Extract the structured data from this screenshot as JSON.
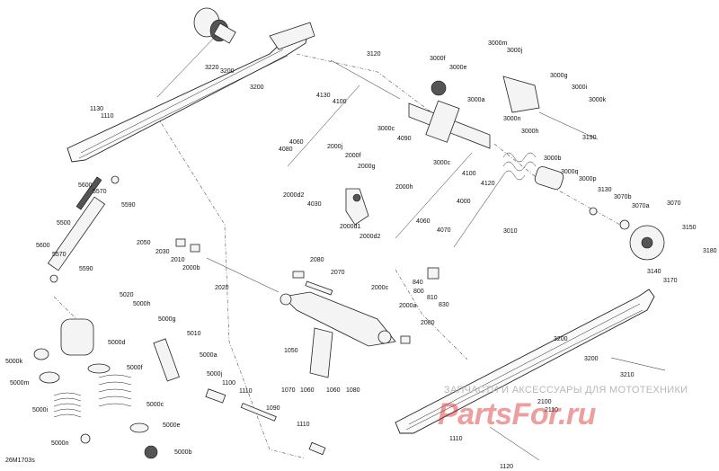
{
  "diagram_id": "26M1703s",
  "watermark": {
    "top_text": "ЗАПЧАСТИ И АКСЕССУАРЫ ДЛЯ МОТОТЕХНИКИ",
    "brand": "PartsFor.ru"
  },
  "callouts": [
    {
      "id": "3220",
      "text": "3220"
    },
    {
      "id": "3200a",
      "text": "3200"
    },
    {
      "id": "3200b",
      "text": "3200"
    },
    {
      "id": "1130",
      "text": "1130"
    },
    {
      "id": "1110a",
      "text": "1110"
    },
    {
      "id": "5600",
      "text": "5600"
    },
    {
      "id": "5570a",
      "text": "5570"
    },
    {
      "id": "5590a",
      "text": "5590"
    },
    {
      "id": "5500",
      "text": "5500"
    },
    {
      "id": "5600b",
      "text": "5600"
    },
    {
      "id": "5570b",
      "text": "5570"
    },
    {
      "id": "5590b",
      "text": "5590"
    },
    {
      "id": "3120",
      "text": "3120"
    },
    {
      "id": "4130",
      "text": "4130"
    },
    {
      "id": "4100a",
      "text": "4100"
    },
    {
      "id": "4080",
      "text": "4080"
    },
    {
      "id": "4060a",
      "text": "4060"
    },
    {
      "id": "2000j",
      "text": "2000j"
    },
    {
      "id": "2000f",
      "text": "2000f"
    },
    {
      "id": "2000g",
      "text": "2000g"
    },
    {
      "id": "2000d2a",
      "text": "2000d2"
    },
    {
      "id": "4030",
      "text": "4030"
    },
    {
      "id": "2000h",
      "text": "2000h"
    },
    {
      "id": "2000d1",
      "text": "2000d1"
    },
    {
      "id": "2000d2b",
      "text": "2000d2"
    },
    {
      "id": "3000f",
      "text": "3000f"
    },
    {
      "id": "3000e",
      "text": "3000e"
    },
    {
      "id": "3000a",
      "text": "3000a"
    },
    {
      "id": "3000c1",
      "text": "3000c"
    },
    {
      "id": "4090",
      "text": "4090"
    },
    {
      "id": "3000c2",
      "text": "3000c"
    },
    {
      "id": "4100b",
      "text": "4100"
    },
    {
      "id": "4120",
      "text": "4120"
    },
    {
      "id": "4000",
      "text": "4000"
    },
    {
      "id": "3010",
      "text": "3010"
    },
    {
      "id": "4060b",
      "text": "4060"
    },
    {
      "id": "4070",
      "text": "4070"
    },
    {
      "id": "3000m",
      "text": "3000m"
    },
    {
      "id": "3000j",
      "text": "3000j"
    },
    {
      "id": "3000g",
      "text": "3000g"
    },
    {
      "id": "3000i",
      "text": "3000i"
    },
    {
      "id": "3000k",
      "text": "3000k"
    },
    {
      "id": "3000n",
      "text": "3000n"
    },
    {
      "id": "3000h",
      "text": "3000h"
    },
    {
      "id": "3190",
      "text": "3190"
    },
    {
      "id": "3000b",
      "text": "3000b"
    },
    {
      "id": "3000q",
      "text": "3000q"
    },
    {
      "id": "3000p",
      "text": "3000p"
    },
    {
      "id": "3130",
      "text": "3130"
    },
    {
      "id": "3070b",
      "text": "3070b"
    },
    {
      "id": "3070a",
      "text": "3070a"
    },
    {
      "id": "3070",
      "text": "3070"
    },
    {
      "id": "3150",
      "text": "3150"
    },
    {
      "id": "3180",
      "text": "3180"
    },
    {
      "id": "3140",
      "text": "3140"
    },
    {
      "id": "3170",
      "text": "3170"
    },
    {
      "id": "2050",
      "text": "2050"
    },
    {
      "id": "2030",
      "text": "2030"
    },
    {
      "id": "2010",
      "text": "2010"
    },
    {
      "id": "2000b",
      "text": "2000b"
    },
    {
      "id": "2080a",
      "text": "2080"
    },
    {
      "id": "2070",
      "text": "2070"
    },
    {
      "id": "2020",
      "text": "2020"
    },
    {
      "id": "2000c",
      "text": "2000c"
    },
    {
      "id": "2000a",
      "text": "2000a"
    },
    {
      "id": "2080b",
      "text": "2080"
    },
    {
      "id": "840",
      "text": "840"
    },
    {
      "id": "800",
      "text": "800"
    },
    {
      "id": "810",
      "text": "810"
    },
    {
      "id": "830",
      "text": "830"
    },
    {
      "id": "5020",
      "text": "5020"
    },
    {
      "id": "5000h",
      "text": "5000h"
    },
    {
      "id": "5000g",
      "text": "5000g"
    },
    {
      "id": "5010",
      "text": "5010"
    },
    {
      "id": "5000a",
      "text": "5000a"
    },
    {
      "id": "5000d",
      "text": "5000d"
    },
    {
      "id": "5000k",
      "text": "5000k"
    },
    {
      "id": "5000f",
      "text": "5000f"
    },
    {
      "id": "5000m",
      "text": "5000m"
    },
    {
      "id": "5000c",
      "text": "5000c"
    },
    {
      "id": "5000i",
      "text": "5000i"
    },
    {
      "id": "5000e",
      "text": "5000e"
    },
    {
      "id": "5000n",
      "text": "5000n"
    },
    {
      "id": "5000b",
      "text": "5000b"
    },
    {
      "id": "5000j",
      "text": "5000j"
    },
    {
      "id": "1100",
      "text": "1100"
    },
    {
      "id": "1110b",
      "text": "1110"
    },
    {
      "id": "1050",
      "text": "1050"
    },
    {
      "id": "1070",
      "text": "1070"
    },
    {
      "id": "1060a",
      "text": "1060"
    },
    {
      "id": "1060b",
      "text": "1060"
    },
    {
      "id": "1080",
      "text": "1080"
    },
    {
      "id": "1090",
      "text": "1090"
    },
    {
      "id": "1110c",
      "text": "1110"
    },
    {
      "id": "1110d",
      "text": "1110"
    },
    {
      "id": "1120",
      "text": "1120"
    },
    {
      "id": "2100",
      "text": "2100"
    },
    {
      "id": "2110",
      "text": "2110"
    },
    {
      "id": "3200c",
      "text": "3200"
    },
    {
      "id": "3200d",
      "text": "3200"
    },
    {
      "id": "3210",
      "text": "3210"
    }
  ]
}
